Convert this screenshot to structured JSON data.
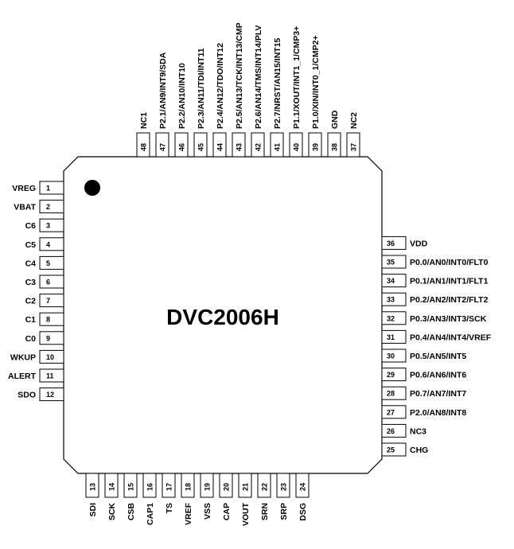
{
  "chip": {
    "part_number": "DVC2006H"
  },
  "pins": {
    "left": [
      {
        "num": "1",
        "label": "VREG"
      },
      {
        "num": "2",
        "label": "VBAT"
      },
      {
        "num": "3",
        "label": "C6"
      },
      {
        "num": "4",
        "label": "C5"
      },
      {
        "num": "5",
        "label": "C4"
      },
      {
        "num": "6",
        "label": "C3"
      },
      {
        "num": "7",
        "label": "C2"
      },
      {
        "num": "8",
        "label": "C1"
      },
      {
        "num": "9",
        "label": "C0"
      },
      {
        "num": "10",
        "label": "WKUP"
      },
      {
        "num": "11",
        "label": "ALERT"
      },
      {
        "num": "12",
        "label": "SDO"
      }
    ],
    "bottom": [
      {
        "num": "13",
        "label": "SDI"
      },
      {
        "num": "14",
        "label": "SCK"
      },
      {
        "num": "15",
        "label": "CSB"
      },
      {
        "num": "16",
        "label": "CAP1"
      },
      {
        "num": "17",
        "label": "TS"
      },
      {
        "num": "18",
        "label": "VREF"
      },
      {
        "num": "19",
        "label": "VSS"
      },
      {
        "num": "20",
        "label": "CAP"
      },
      {
        "num": "21",
        "label": "VOUT"
      },
      {
        "num": "22",
        "label": "SRN"
      },
      {
        "num": "23",
        "label": "SRP"
      },
      {
        "num": "24",
        "label": "DSG"
      }
    ],
    "right": [
      {
        "num": "25",
        "label": "CHG"
      },
      {
        "num": "26",
        "label": "NC3"
      },
      {
        "num": "27",
        "label": "P2.0/AN8/INT8"
      },
      {
        "num": "28",
        "label": "P0.7/AN7/INT7"
      },
      {
        "num": "29",
        "label": "P0.6/AN6/INT6"
      },
      {
        "num": "30",
        "label": "P0.5/AN5/INT5"
      },
      {
        "num": "31",
        "label": "P0.4/AN4/INT4/VREF"
      },
      {
        "num": "32",
        "label": "P0.3/AN3/INT3/SCK"
      },
      {
        "num": "33",
        "label": "P0.2/AN2/INT2/FLT2"
      },
      {
        "num": "34",
        "label": "P0.1/AN1/INT1/FLT1"
      },
      {
        "num": "35",
        "label": "P0.0/AN0/INT0/FLT0"
      },
      {
        "num": "36",
        "label": "VDD"
      }
    ],
    "top": [
      {
        "num": "37",
        "label": "NC2"
      },
      {
        "num": "38",
        "label": "GND"
      },
      {
        "num": "39",
        "label": "P1.0/XIN/INT0_1/CMP2+"
      },
      {
        "num": "40",
        "label": "P1.1/XOUT/INT1_1/CMP3+"
      },
      {
        "num": "41",
        "label": "P2.7/NRST/AN15/INT15"
      },
      {
        "num": "42",
        "label": "P2.6/AN14/TMS/INT14/PLV"
      },
      {
        "num": "43",
        "label": "P2.5/AN13/TCK/INT13/CMP"
      },
      {
        "num": "44",
        "label": "P2.4/AN12/TDO/INT12"
      },
      {
        "num": "45",
        "label": "P2.3/AN11/TDI/INT11"
      },
      {
        "num": "46",
        "label": "P2.2/AN10/INT10"
      },
      {
        "num": "47",
        "label": "P2.1/AN9/INT9/SDA"
      },
      {
        "num": "48",
        "label": "NC1"
      }
    ]
  }
}
